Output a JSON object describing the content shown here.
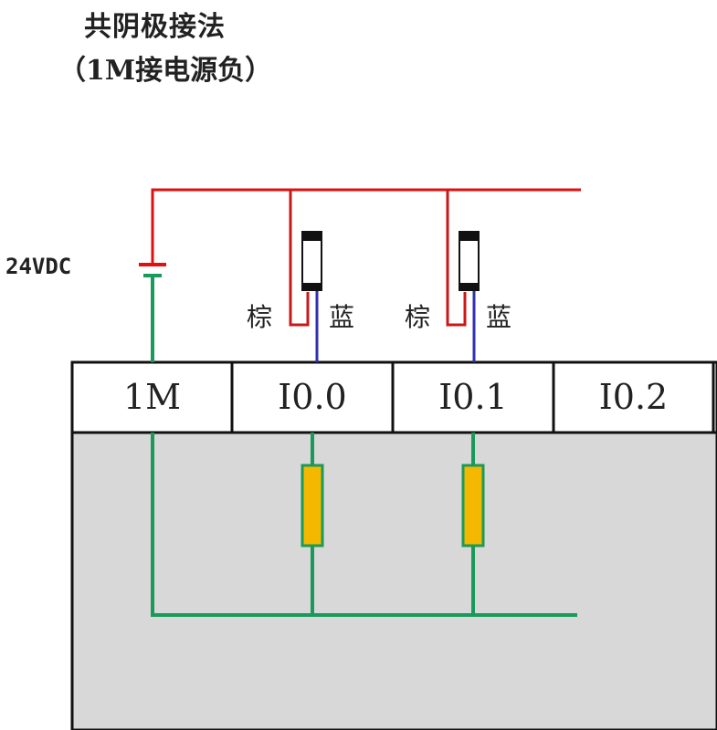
{
  "title": "共阴极接法",
  "subtitle": "（1M接电源负）",
  "supply_label": "24VDC",
  "sensors": [
    {
      "brown_label": "棕",
      "blue_label": "蓝"
    },
    {
      "brown_label": "棕",
      "blue_label": "蓝"
    }
  ],
  "terminals": [
    "1M",
    "I0.0",
    "I0.1",
    "I0.2"
  ],
  "colors": {
    "positive_wire": "#e01010",
    "negative_wire": "#1a9a5a",
    "blue_wire": "#3030b0",
    "brown_wire": "#c81818",
    "input_element": "#f5b800",
    "module_body": "#d8d8d8"
  }
}
